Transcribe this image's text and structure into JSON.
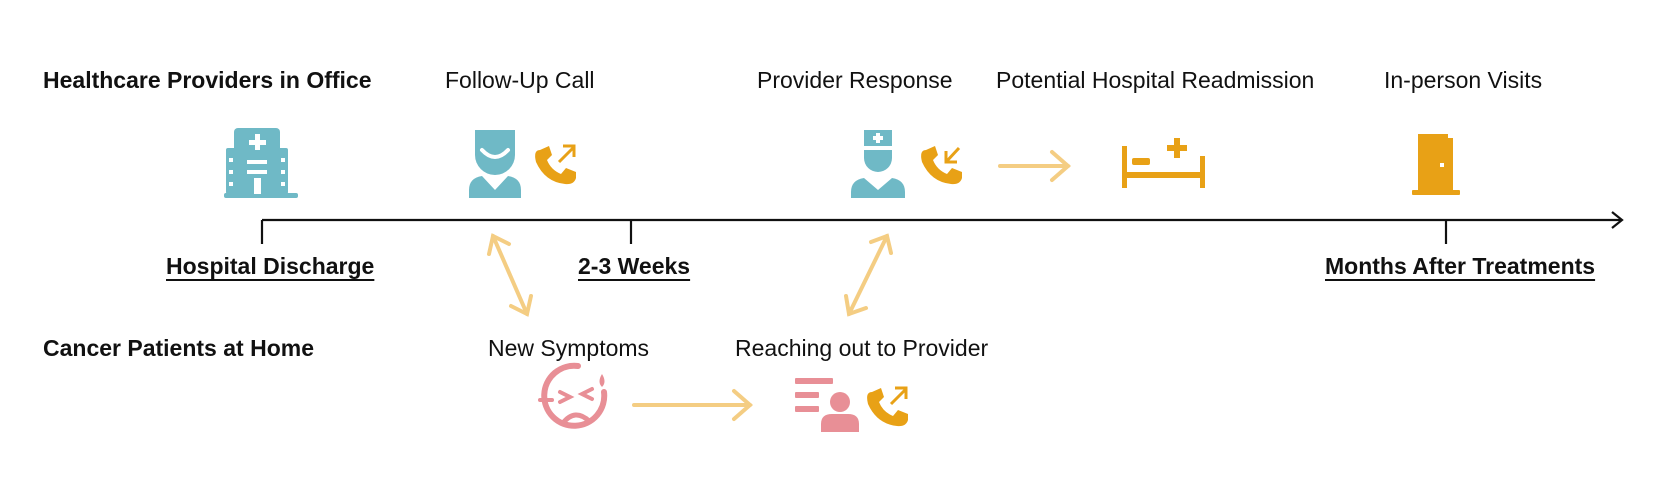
{
  "rows": {
    "providers": "Healthcare Providers in Office",
    "patients": "Cancer Patients at Home"
  },
  "events": {
    "follow_up_call": "Follow-Up Call",
    "provider_response": "Provider Response",
    "potential_readmission": "Potential Hospital Readmission",
    "in_person_visits": "In-person Visits",
    "new_symptoms": "New Symptoms",
    "reaching_out": "Reaching out to Provider"
  },
  "timeline": {
    "hospital_discharge": "Hospital Discharge",
    "weeks": "2-3 Weeks",
    "months_after": "Months After Treatments"
  },
  "colors": {
    "teal": "#6fb9c6",
    "orange": "#e8a116",
    "light_orange": "#f4cd83",
    "pink": "#e88f96",
    "axis": "#111111"
  },
  "icons": {
    "hospital": "hospital-building-icon",
    "doctor": "doctor-icon",
    "nurse": "medical-staff-icon",
    "phone_out": "phone-outgoing-icon",
    "phone_in": "phone-incoming-icon",
    "bed": "hospital-bed-icon",
    "door": "door-exit-icon",
    "sick_face": "sick-face-icon",
    "contact_list": "patient-contact-icon"
  }
}
